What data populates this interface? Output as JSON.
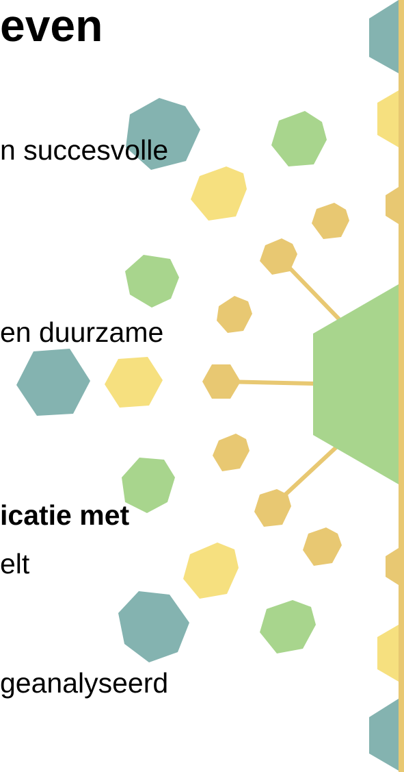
{
  "slide": {
    "heading": "even",
    "lines": [
      "n succesvolle",
      "en duurzame",
      "icatie met",
      "elt",
      "geanalyseerd"
    ]
  },
  "colors": {
    "teal": "#84b3b0",
    "yellow": "#f6e07f",
    "green": "#a8d58d",
    "gold": "#e8c872"
  },
  "decoration": {
    "description_icon": "hexagon-network-icon"
  }
}
